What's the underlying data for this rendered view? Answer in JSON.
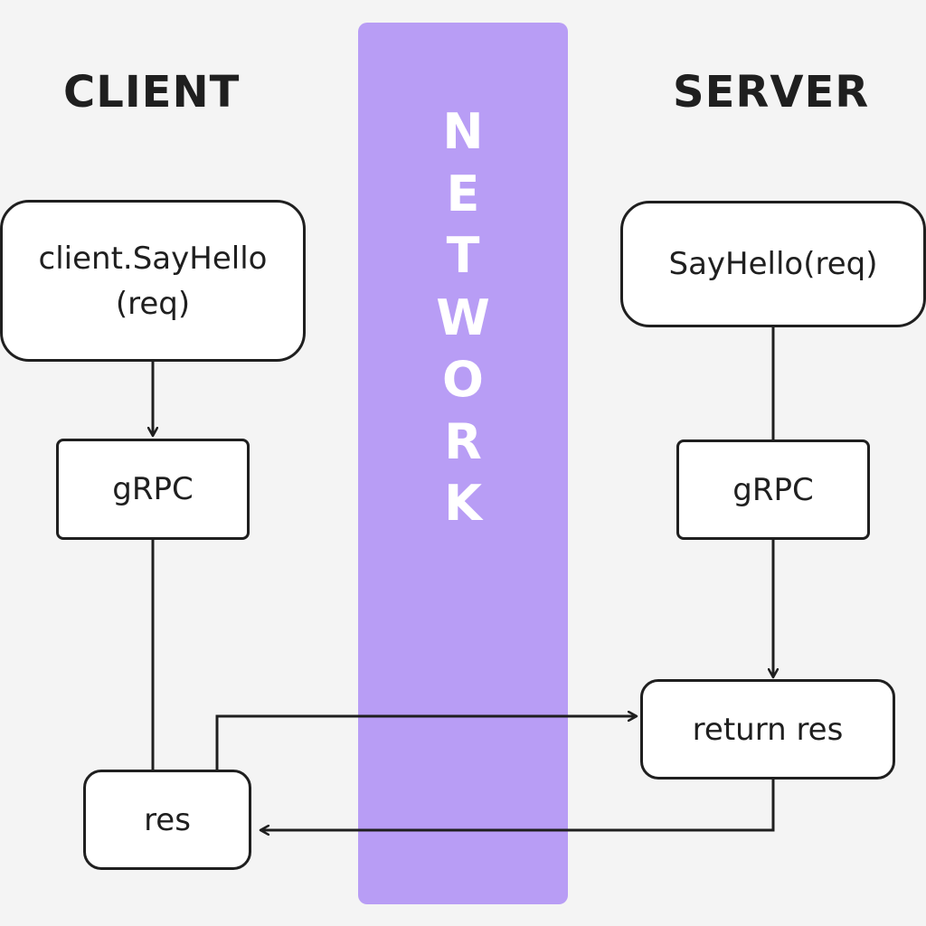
{
  "client": {
    "title": "CLIENT",
    "call_box": {
      "line1": "client.SayHello",
      "line2": "(req)"
    },
    "grpc_box": "gRPC",
    "res_box": "res"
  },
  "network": {
    "label": "NETWORK",
    "color": "#b89df5"
  },
  "server": {
    "title": "SERVER",
    "handler_box": "SayHello(req)",
    "grpc_box": "gRPC",
    "return_box": "return res"
  },
  "colors": {
    "background": "#f4f4f4",
    "stroke": "#1f1f1f",
    "box_fill": "#ffffff",
    "network_text": "#ffffff"
  }
}
